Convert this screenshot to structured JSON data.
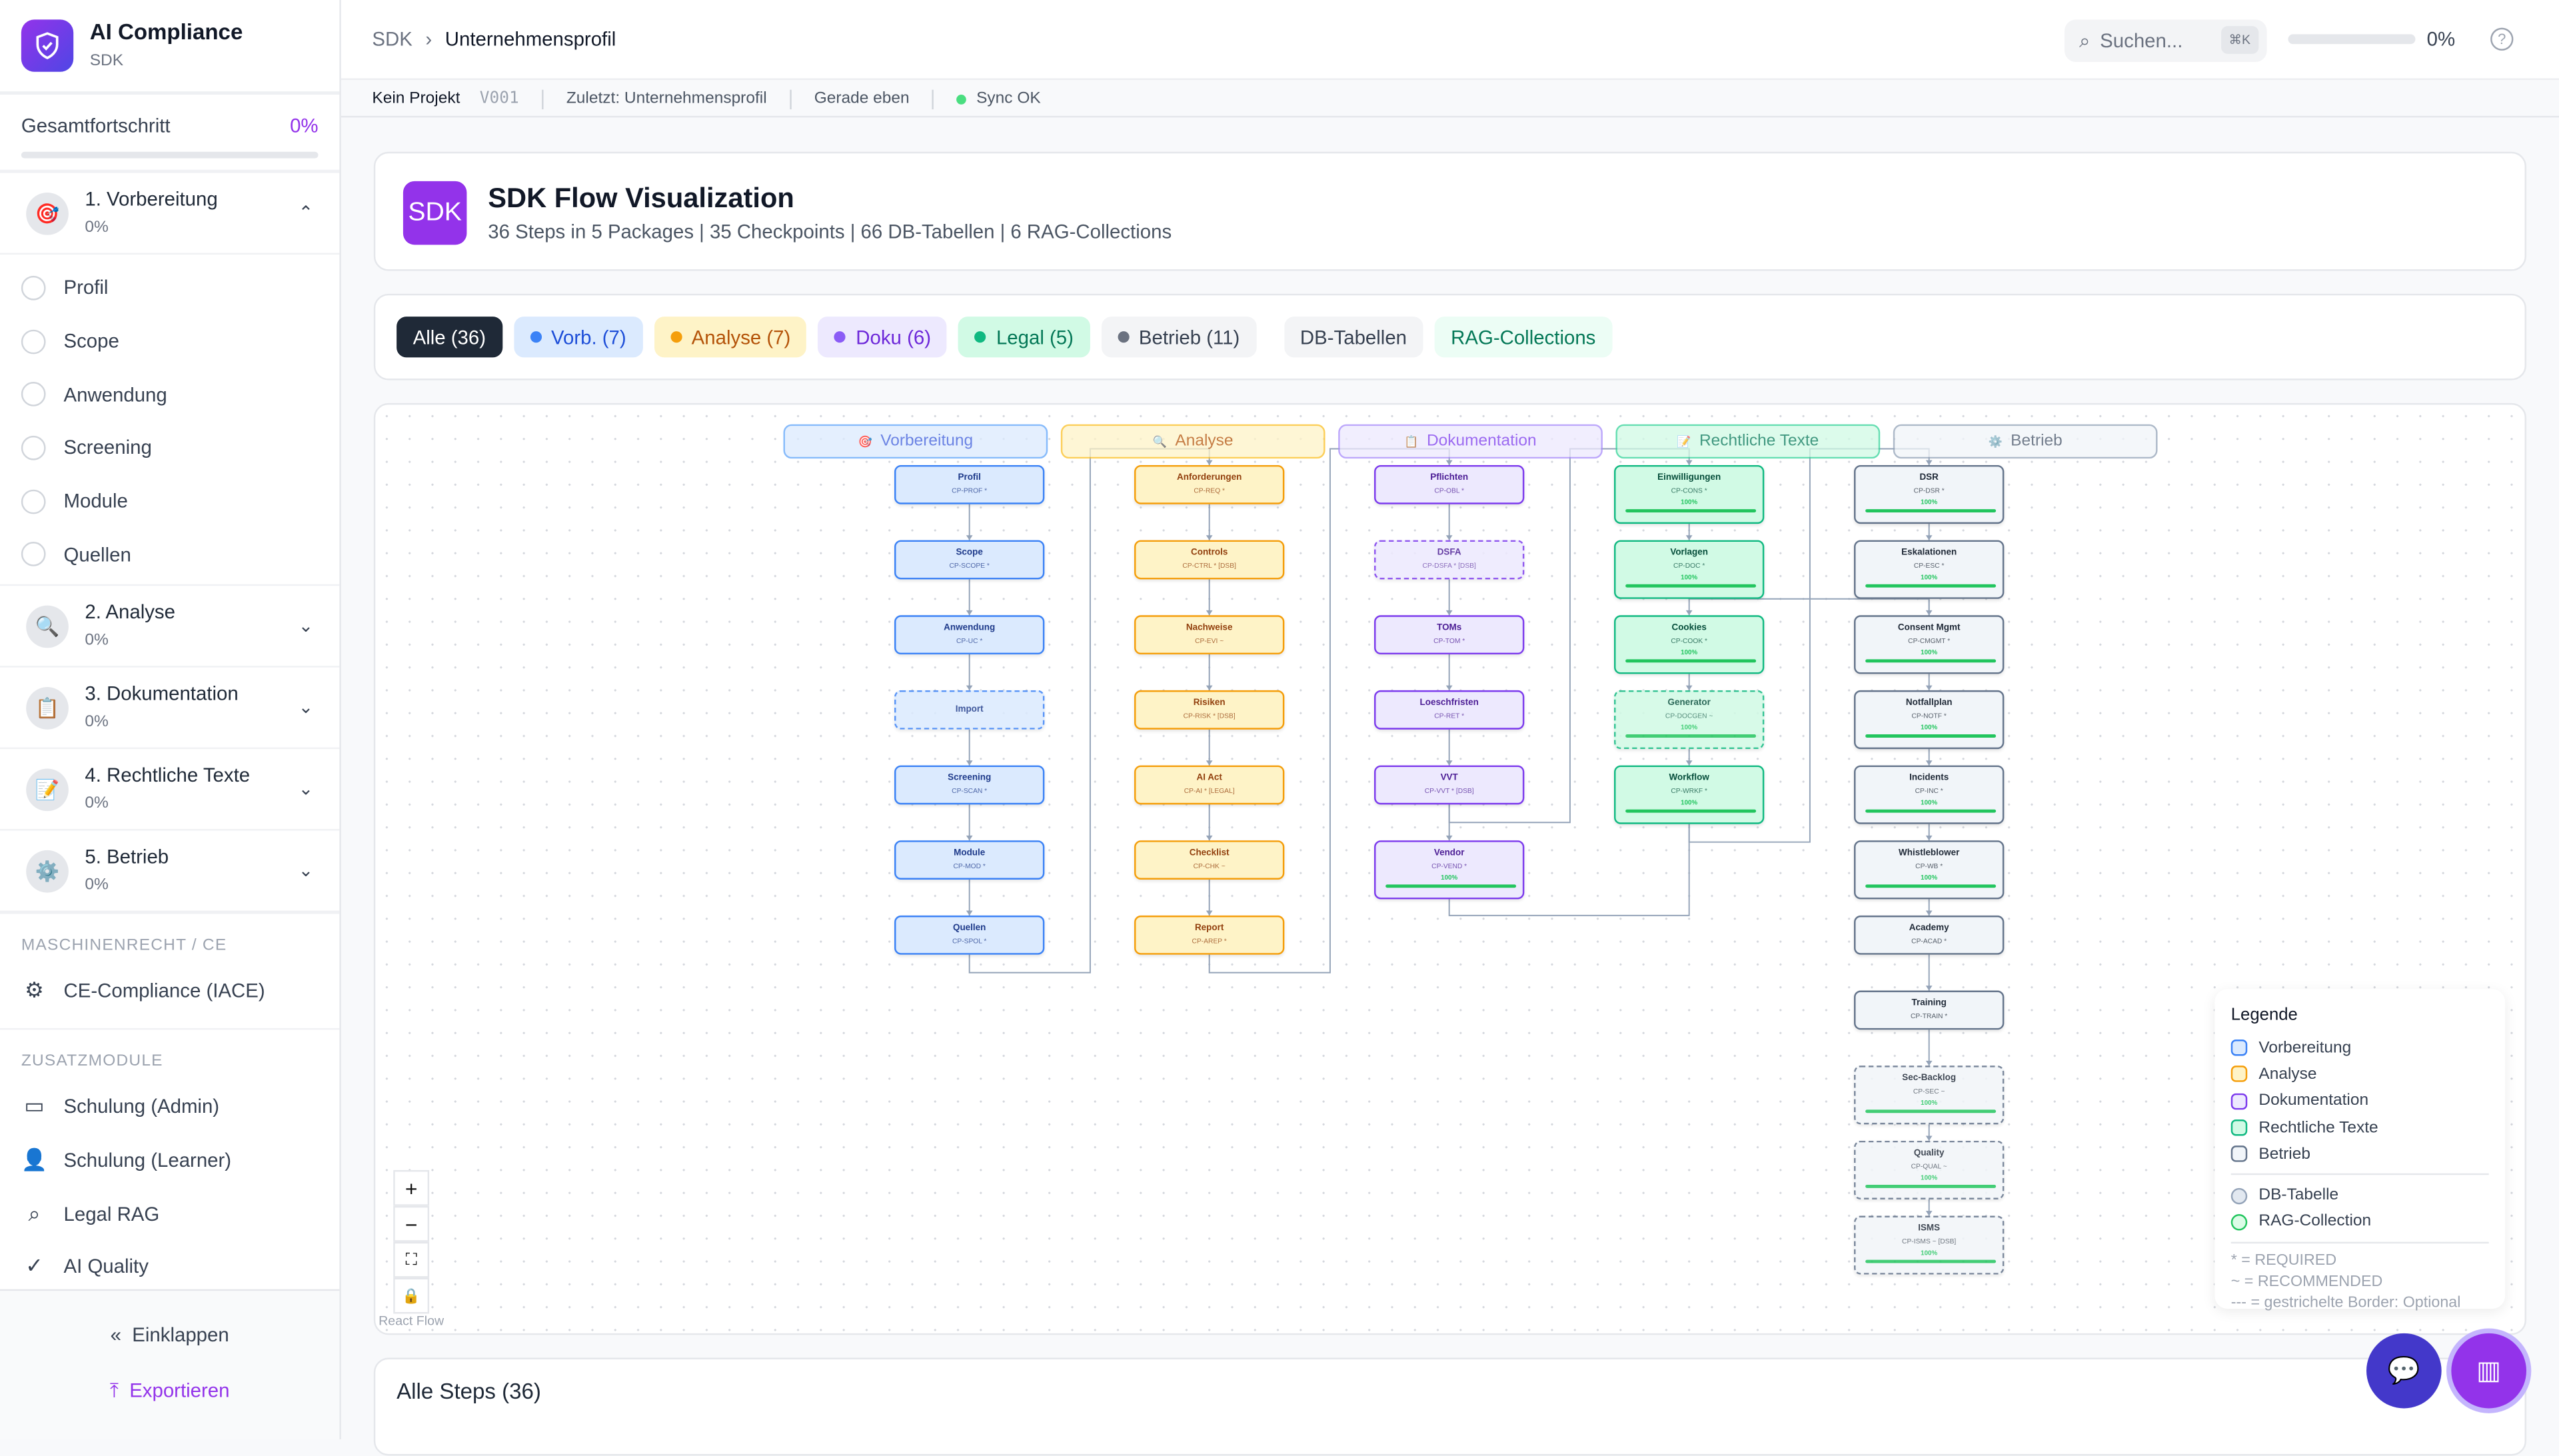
{
  "sidebar": {
    "app_title": "AI Compliance",
    "app_subtitle": "SDK",
    "progress_label": "Gesamtfortschritt",
    "progress_value": "0%",
    "packages": [
      {
        "label": "1. Vorbereitung",
        "progress": "0%",
        "icon": "🎯",
        "expanded": true,
        "items": [
          "Profil",
          "Scope",
          "Anwendung",
          "Screening",
          "Module",
          "Quellen"
        ]
      },
      {
        "label": "2. Analyse",
        "progress": "0%",
        "icon": "🔍"
      },
      {
        "label": "3. Dokumentation",
        "progress": "0%",
        "icon": "📋"
      },
      {
        "label": "4. Rechtliche Texte",
        "progress": "0%",
        "icon": "📝"
      },
      {
        "label": "5. Betrieb",
        "progress": "0%",
        "icon": "⚙️"
      }
    ],
    "section_machine": "MASCHINENRECHT / CE",
    "ce_item": "CE-Compliance (IACE)",
    "section_extra": "ZUSATZMODULE",
    "extra_items": [
      "Schulung (Admin)",
      "Schulung (Learner)",
      "Legal RAG",
      "AI Quality"
    ],
    "collapse": "Einklappen",
    "export": "Exportieren"
  },
  "topbar": {
    "breadcrumb_root": "SDK",
    "breadcrumb_current": "Unternehmensprofil",
    "search_placeholder": "Suchen...",
    "shortcut": "⌘K",
    "progress": "0%",
    "progress_fraction": 0
  },
  "statusbar": {
    "project": "Kein Projekt",
    "version": "V001",
    "last": "Zuletzt: Unternehmensprofil",
    "time": "Gerade eben",
    "sync": "Sync OK"
  },
  "header": {
    "badge": "SDK",
    "title": "SDK Flow Visualization",
    "subtitle": "36 Steps in 5 Packages | 35 Checkpoints | 66 DB-Tabellen | 6 RAG-Collections"
  },
  "filters": [
    {
      "label": "Alle (36)",
      "bg": "#1f2937",
      "fg": "#ffffff",
      "dot": ""
    },
    {
      "label": "Vorb. (7)",
      "bg": "#dbeafe",
      "fg": "#1d4ed8",
      "dot": "#3b82f6"
    },
    {
      "label": "Analyse (7)",
      "bg": "#fef3c7",
      "fg": "#b45309",
      "dot": "#f59e0b"
    },
    {
      "label": "Doku (6)",
      "bg": "#ede9fe",
      "fg": "#6d28d9",
      "dot": "#8b5cf6"
    },
    {
      "label": "Legal (5)",
      "bg": "#d1fae5",
      "fg": "#047857",
      "dot": "#10b981"
    },
    {
      "label": "Betrieb (11)",
      "bg": "#f3f4f6",
      "fg": "#374151",
      "dot": "#6b7280"
    },
    {
      "label": "DB-Tabellen",
      "bg": "#f3f4f6",
      "fg": "#374151",
      "dot": ""
    },
    {
      "label": "RAG-Collections",
      "bg": "#ecfdf5",
      "fg": "#047857",
      "dot": ""
    }
  ],
  "flow": {
    "groups": [
      {
        "label": "Vorbereitung",
        "icon": "🎯",
        "bg": "#dbeafe",
        "border": "#60a5fa",
        "fg": "#3b5bdb"
      },
      {
        "label": "Analyse",
        "icon": "🔍",
        "bg": "#fef3c7",
        "border": "#fbbf24",
        "fg": "#b45309"
      },
      {
        "label": "Dokumentation",
        "icon": "📋",
        "bg": "#ede9fe",
        "border": "#a78bfa",
        "fg": "#7c3aed"
      },
      {
        "label": "Rechtliche Texte",
        "icon": "📝",
        "bg": "#d1fae5",
        "border": "#34d399",
        "fg": "#047857"
      },
      {
        "label": "Betrieb",
        "icon": "⚙️",
        "bg": "#f1f5f9",
        "border": "#94a3b8",
        "fg": "#475569"
      }
    ],
    "node_styles": [
      {
        "bg": "#dbeafe",
        "border": "#3b82f6",
        "fg": "#1e3a8a"
      },
      {
        "bg": "#fef3c7",
        "border": "#f59e0b",
        "fg": "#92400e"
      },
      {
        "bg": "#ede9fe",
        "border": "#7c3aed",
        "fg": "#4c1d95"
      },
      {
        "bg": "#d1fae5",
        "border": "#10b981",
        "fg": "#064e3b"
      },
      {
        "bg": "#f1f5f9",
        "border": "#64748b",
        "fg": "#1f2937"
      }
    ],
    "nodes": [
      {
        "id": "profil",
        "col": 0,
        "row": 0,
        "label": "Profil",
        "code": "CP-PROF *"
      },
      {
        "id": "scope",
        "col": 0,
        "row": 1,
        "label": "Scope",
        "code": "CP-SCOPE *"
      },
      {
        "id": "anwendung",
        "col": 0,
        "row": 2,
        "label": "Anwendung",
        "code": "CP-UC *"
      },
      {
        "id": "import",
        "col": 0,
        "row": 3,
        "label": "Import",
        "code": "",
        "optional": true
      },
      {
        "id": "screening",
        "col": 0,
        "row": 4,
        "label": "Screening",
        "code": "CP-SCAN *"
      },
      {
        "id": "module",
        "col": 0,
        "row": 5,
        "label": "Module",
        "code": "CP-MOD *"
      },
      {
        "id": "quellen",
        "col": 0,
        "row": 6,
        "label": "Quellen",
        "code": "CP-SPOL *"
      },
      {
        "id": "anf",
        "col": 1,
        "row": 0,
        "label": "Anforderungen",
        "code": "CP-REQ *"
      },
      {
        "id": "controls",
        "col": 1,
        "row": 1,
        "label": "Controls",
        "code": "CP-CTRL * [DSB]"
      },
      {
        "id": "nachweise",
        "col": 1,
        "row": 2,
        "label": "Nachweise",
        "code": "CP-EVI ~"
      },
      {
        "id": "risiken",
        "col": 1,
        "row": 3,
        "label": "Risiken",
        "code": "CP-RISK * [DSB]"
      },
      {
        "id": "aiact",
        "col": 1,
        "row": 4,
        "label": "AI Act",
        "code": "CP-AI * [LEGAL]"
      },
      {
        "id": "checklist",
        "col": 1,
        "row": 5,
        "label": "Checklist",
        "code": "CP-CHK ~"
      },
      {
        "id": "report",
        "col": 1,
        "row": 6,
        "label": "Report",
        "code": "CP-AREP *"
      },
      {
        "id": "pflichten",
        "col": 2,
        "row": 0,
        "label": "Pflichten",
        "code": "CP-OBL *"
      },
      {
        "id": "dsfa",
        "col": 2,
        "row": 1,
        "label": "DSFA",
        "code": "CP-DSFA * [DSB]",
        "optional": true
      },
      {
        "id": "toms",
        "col": 2,
        "row": 2,
        "label": "TOMs",
        "code": "CP-TOM *"
      },
      {
        "id": "loesch",
        "col": 2,
        "row": 3,
        "label": "Loeschfristen",
        "code": "CP-RET *"
      },
      {
        "id": "vvt",
        "col": 2,
        "row": 4,
        "label": "VVT",
        "code": "CP-VVT * [DSB]"
      },
      {
        "id": "vendor",
        "col": 2,
        "row": 5,
        "label": "Vendor",
        "code": "CP-VEND *",
        "progress": "100%"
      },
      {
        "id": "einw",
        "col": 3,
        "row": 0,
        "label": "Einwilligungen",
        "code": "CP-CONS *",
        "progress": "100%"
      },
      {
        "id": "vorlagen",
        "col": 3,
        "row": 1,
        "label": "Vorlagen",
        "code": "CP-DOC *",
        "progress": "100%"
      },
      {
        "id": "cookies",
        "col": 3,
        "row": 2,
        "label": "Cookies",
        "code": "CP-COOK *",
        "progress": "100%"
      },
      {
        "id": "generator",
        "col": 3,
        "row": 3,
        "label": "Generator",
        "code": "CP-DOCGEN ~",
        "progress": "100%",
        "optional": true
      },
      {
        "id": "workflow",
        "col": 3,
        "row": 4,
        "label": "Workflow",
        "code": "CP-WRKF *",
        "progress": "100%"
      },
      {
        "id": "dsr",
        "col": 4,
        "row": 0,
        "label": "DSR",
        "code": "CP-DSR *",
        "progress": "100%"
      },
      {
        "id": "eskal",
        "col": 4,
        "row": 1,
        "label": "Eskalationen",
        "code": "CP-ESC *",
        "progress": "100%"
      },
      {
        "id": "consent",
        "col": 4,
        "row": 2,
        "label": "Consent Mgmt",
        "code": "CP-CMGMT *",
        "progress": "100%"
      },
      {
        "id": "notfall",
        "col": 4,
        "row": 3,
        "label": "Notfallplan",
        "code": "CP-NOTF *",
        "progress": "100%"
      },
      {
        "id": "incidents",
        "col": 4,
        "row": 4,
        "label": "Incidents",
        "code": "CP-INC *",
        "progress": "100%"
      },
      {
        "id": "whistle",
        "col": 4,
        "row": 5,
        "label": "Whistleblower",
        "code": "CP-WB *",
        "progress": "100%"
      },
      {
        "id": "academy",
        "col": 4,
        "row": 6,
        "label": "Academy",
        "code": "CP-ACAD *"
      },
      {
        "id": "training",
        "col": 4,
        "row": 7,
        "label": "Training",
        "code": "CP-TRAIN *"
      },
      {
        "id": "secbacklog",
        "col": 4,
        "row": 8,
        "label": "Sec-Backlog",
        "code": "CP-SEC ~",
        "progress": "100%",
        "optional": true
      },
      {
        "id": "quality",
        "col": 4,
        "row": 9,
        "label": "Quality",
        "code": "CP-QUAL ~",
        "progress": "100%",
        "optional": true
      },
      {
        "id": "isms",
        "col": 4,
        "row": 10,
        "label": "ISMS",
        "code": "CP-ISMS ~ [DSB]",
        "progress": "100%",
        "optional": true
      }
    ],
    "edges": [
      [
        "profil",
        "scope"
      ],
      [
        "scope",
        "anwendung"
      ],
      [
        "anwendung",
        "import"
      ],
      [
        "import",
        "screening"
      ],
      [
        "screening",
        "module"
      ],
      [
        "module",
        "quellen"
      ],
      [
        "quellen",
        "anf"
      ],
      [
        "anf",
        "controls"
      ],
      [
        "controls",
        "nachweise"
      ],
      [
        "nachweise",
        "risiken"
      ],
      [
        "risiken",
        "aiact"
      ],
      [
        "aiact",
        "checklist"
      ],
      [
        "checklist",
        "report"
      ],
      [
        "report",
        "pflichten"
      ],
      [
        "pflichten",
        "dsfa"
      ],
      [
        "dsfa",
        "toms"
      ],
      [
        "toms",
        "loesch"
      ],
      [
        "loesch",
        "vvt"
      ],
      [
        "vvt",
        "vendor"
      ],
      [
        "vvt",
        "einw"
      ],
      [
        "vendor",
        "workflow"
      ],
      [
        "einw",
        "vorlagen"
      ],
      [
        "vorlagen",
        "cookies"
      ],
      [
        "cookies",
        "generator"
      ],
      [
        "generator",
        "workflow"
      ],
      [
        "workflow",
        "dsr"
      ],
      [
        "vorlagen",
        "consent"
      ],
      [
        "dsr",
        "eskal"
      ],
      [
        "eskal",
        "consent"
      ],
      [
        "consent",
        "notfall"
      ],
      [
        "notfall",
        "incidents"
      ],
      [
        "incidents",
        "whistle"
      ],
      [
        "whistle",
        "academy"
      ],
      [
        "academy",
        "training"
      ],
      [
        "training",
        "secbacklog"
      ],
      [
        "secbacklog",
        "quality"
      ],
      [
        "quality",
        "isms"
      ]
    ],
    "controls": {
      "zoom_in": "+",
      "zoom_out": "−",
      "fit": "⛶",
      "lock": "🔒"
    },
    "attribution": "React Flow"
  },
  "legend": {
    "title": "Legende",
    "packages": [
      "Vorbereitung",
      "Analyse",
      "Dokumentation",
      "Rechtliche Texte",
      "Betrieb"
    ],
    "db": "DB-Tabelle",
    "rag": "RAG-Collection",
    "notes": [
      "* = REQUIRED",
      "~ = RECOMMENDED",
      "--- = gestrichelte Border: Optional"
    ]
  },
  "steps_panel": {
    "title": "Alle Steps (36)"
  }
}
